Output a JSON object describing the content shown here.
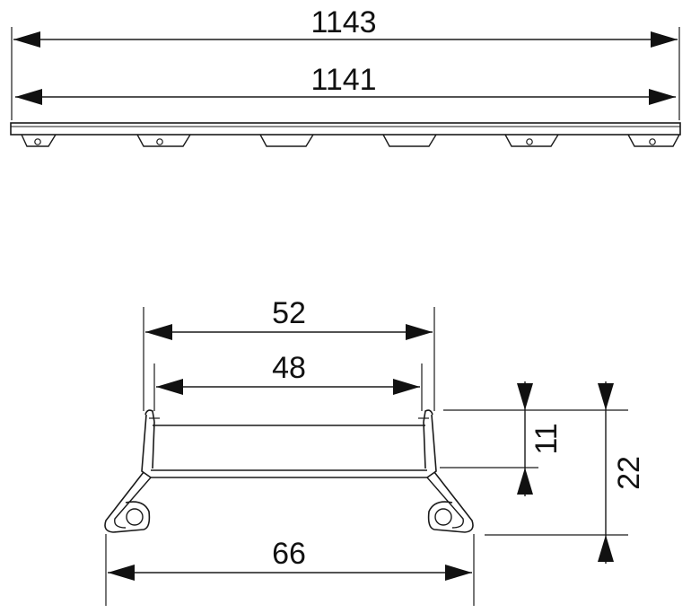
{
  "diagram": {
    "top_view": {
      "overall_length_label": "1143",
      "inner_length_label": "1141"
    },
    "cross_section": {
      "outer_width_label": "52",
      "inner_width_label": "48",
      "base_width_label": "66",
      "grate_height_label": "11",
      "total_height_label": "22"
    }
  },
  "colors": {
    "line": "#1a1a1a",
    "background": "#ffffff"
  }
}
